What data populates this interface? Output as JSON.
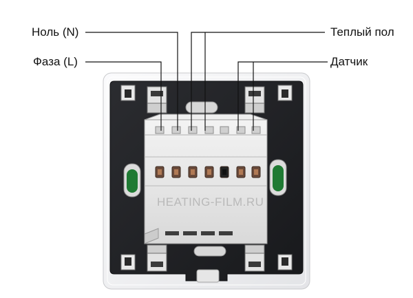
{
  "labels": {
    "neutral": "Ноль (N)",
    "phase": "Фаза (L)",
    "floor_heating": "Теплый пол",
    "sensor": "Датчик"
  },
  "watermark": "HEATING-FILM.RU",
  "colors": {
    "frame": "#f2f3f5",
    "back_plate": "#222327",
    "terminal_block": "#e7e7e7",
    "clip_green": "#1f7a33",
    "leader_line": "#111111",
    "watermark": "#b9b9b9"
  }
}
